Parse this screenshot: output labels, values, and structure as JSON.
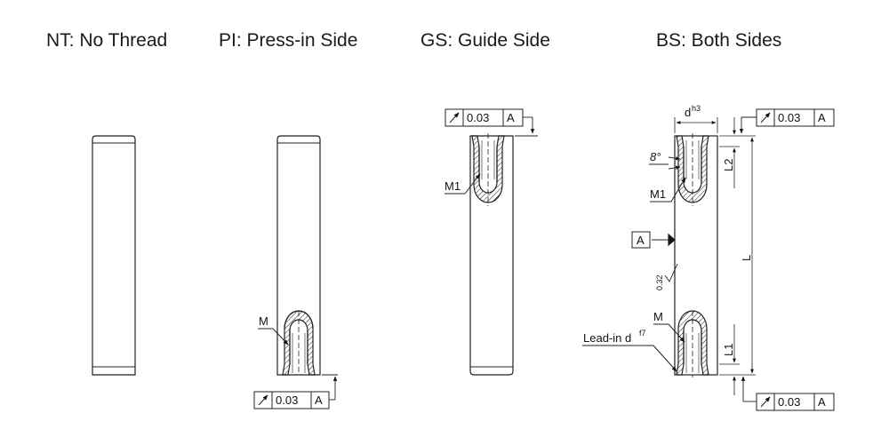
{
  "titles": {
    "nt": "NT: No Thread",
    "pi": "PI: Press-in Side",
    "gs": "GS: Guide Side",
    "bs": "BS: Both Sides"
  },
  "tolerance": {
    "value": "0.03",
    "datum": "A"
  },
  "labels": {
    "m": "M",
    "m1": "M1",
    "angle": "8°",
    "diameter_base": "d",
    "diameter_tol": "h3",
    "leadin_base": "Lead-in d",
    "leadin_tol": "f7",
    "length": "L",
    "l1": "L1",
    "l2": "L2",
    "roughness": "0.32",
    "datum": "A"
  }
}
